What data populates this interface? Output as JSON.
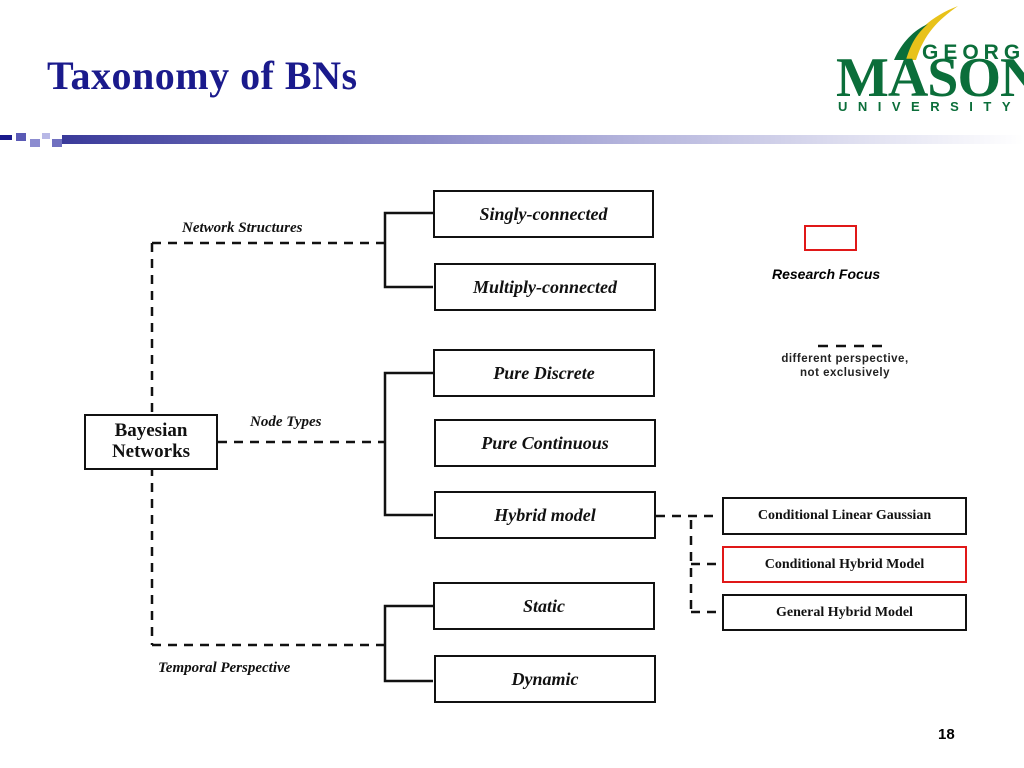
{
  "slide": {
    "title": "Taxonomy of  BNs",
    "page_number": "18"
  },
  "logo": {
    "line1": "GEORGE",
    "line2": "MASON",
    "line3": "UNIVERSITY",
    "color": "#0b6e3a",
    "accent": "#e8c21a"
  },
  "diagram": {
    "root": "Bayesian Networks",
    "branches": [
      {
        "label": "Network Structures",
        "children": [
          "Singly-connected",
          "Multiply-connected"
        ]
      },
      {
        "label": "Node Types",
        "children": [
          "Pure Discrete",
          "Pure Continuous",
          "Hybrid model"
        ]
      },
      {
        "label": "Temporal Perspective",
        "children": [
          "Static",
          "Dynamic"
        ]
      }
    ],
    "hybrid_children": [
      {
        "label": "Conditional Linear Gaussian",
        "research_focus": false
      },
      {
        "label": "Conditional Hybrid Model",
        "research_focus": true
      },
      {
        "label": "General Hybrid Model",
        "research_focus": false
      }
    ]
  },
  "legend": {
    "research_focus": "Research Focus",
    "dashed": "different perspective,\nnot exclusively",
    "focus_color": "#e01818"
  }
}
